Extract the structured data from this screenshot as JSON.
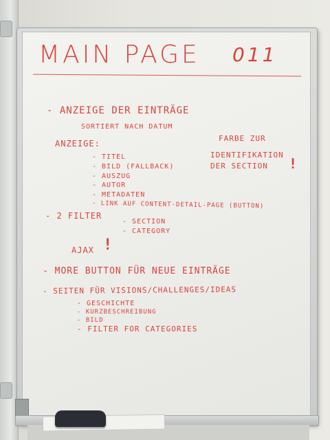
{
  "board": {
    "title": "MAIN PAGE",
    "number": "011",
    "bullets": {
      "anzeige_header": "- ANZEIGE DER EINTRÄGE",
      "sortiert": "SORTIERT NACH DATUM",
      "anzeige_label": "ANZEIGE:",
      "anzeige_items": [
        "- TITEL",
        "- BILD (FALLBACK)",
        "- AUSZUG",
        "- AUTOR",
        "- METADATEN",
        "- LINK AUF CONTENT-DETAIL-PAGE (BUTTON)"
      ],
      "side_note": [
        "FARBE ZUR",
        "IDENTIFIKATION",
        "DER SECTION"
      ],
      "exclaim": "!",
      "filter": "- 2 FILTER",
      "filter_items": [
        "- SECTION",
        "- CATEGORY"
      ],
      "ajax": "AJAX",
      "more_button": "- MORE BUTTON FÜR NEUE EINTRÄGE",
      "seiten": "- SEITEN FÜR VISIONS/CHALLENGES/IDEAS",
      "seiten_items": [
        "- GESCHICHTE",
        "- KURZBESCHREIBUNG",
        "- BILD",
        "- FILTER FOR CATEGORIES"
      ]
    }
  },
  "colors": {
    "ink": "#d8433b",
    "board": "#eeeeea",
    "frame": "#c9ccca"
  }
}
